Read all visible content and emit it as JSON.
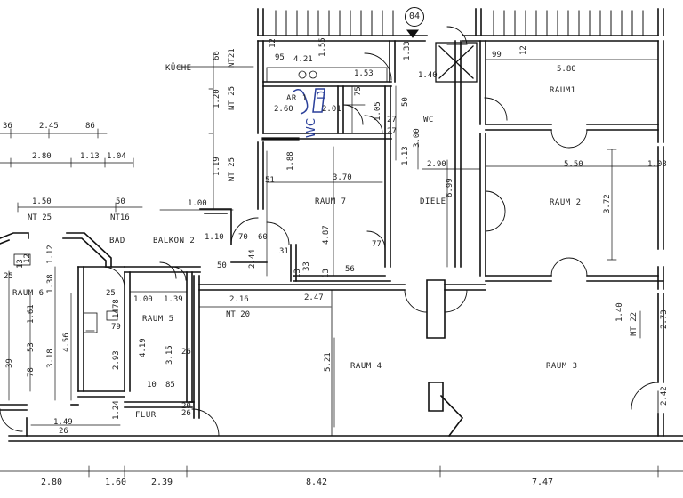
{
  "plan_marker": "04",
  "rooms": {
    "kueche": "KÜCHE",
    "ar": "AR 1",
    "wc": "WC",
    "raum1": "RAUM1",
    "raum2": "RAUM 2",
    "raum3": "RAUM 3",
    "raum4": "RAUM 4",
    "raum5": "RAUM 5",
    "raum6": "RAUM 6",
    "raum7": "RAUM 7",
    "diele": "DIELE",
    "bad": "BAD",
    "balkon": "BALKON 2",
    "flur": "FLUR"
  },
  "handwriting": {
    "wc_note": "WC",
    "d_note": "D"
  },
  "nt_labels": {
    "nt21": "NT21",
    "nt25_a": "NT 25",
    "nt25_b": "NT 25",
    "nt25_left": "NT 25",
    "nt16": "NT16",
    "nt20": "NT 20",
    "nt22": "NT 22"
  },
  "dims": {
    "d_2_45": "2.45",
    "d_36": "36",
    "d_86": "86",
    "d_2_80_top": "2.80",
    "d_1_13": "1.13",
    "d_1_04": "1.04",
    "d_1_50": "1.50",
    "d_50": "50",
    "d_1_00_top": "1.00",
    "d_1_10": "1.10",
    "d_70": "70",
    "d_60": "60",
    "d_66": "66",
    "d_1_20": "1.20",
    "d_1_19": "1.19",
    "d_12a": "12",
    "d_1_55": "1.55",
    "d_95": "95",
    "d_4_21": "4.21",
    "d_1_53": "1.53",
    "d_2_60": "2.60",
    "d_2_01": "2.01",
    "d_75": "75",
    "d_1_05": "1.05",
    "d_50b": "50",
    "d_27a": "27",
    "d_27b": "27",
    "d_1_88": "1.88",
    "d_3_70": "3.70",
    "d_51": "51",
    "d_4_87": "4.87",
    "d_77": "77",
    "d_56": "56",
    "d_13a": "13",
    "d_33": "33",
    "d_13b": "13",
    "d_2_44": "2.44",
    "d_50c": "50",
    "d_31": "31",
    "d_2_47": "2.47",
    "d_2_16": "2.16",
    "d_1_33": "1.33",
    "d_1_40": "1.40",
    "d_3_00": "3.00",
    "d_1_13b": "1.13",
    "d_2_90": "2.90",
    "d_6_99": "6.99",
    "d_99": "99",
    "d_12b": "12",
    "d_5_80": "5.80",
    "d_5_50": "5.50",
    "d_1_08": "1.08",
    "d_3_72": "3.72",
    "d_1_40b": "1.40",
    "d_2_73": "2.73",
    "d_2_42": "2.42",
    "d_5_21": "5.21",
    "d_1_12": "1.12",
    "d_1_38": "1.38",
    "d_1_61": "1.61",
    "d_4_56": "4.56",
    "d_3_18": "3.18",
    "d_53": "53",
    "d_78a": "78",
    "d_39": "39",
    "d_25": "25",
    "d_13c": "13",
    "d_12c": "12",
    "d_1_00b": "1.00",
    "d_1_39": "1.39",
    "d_25b": "25",
    "d_78b": "78",
    "d_14": "14",
    "d_79": "79",
    "d_2_93": "2.93",
    "d_4_19": "4.19",
    "d_3_15": "3.15",
    "d_26a": "26",
    "d_10": "10",
    "d_85": "85",
    "d_20": "20",
    "d_26b": "26",
    "d_1_24": "1.24",
    "d_1_49": "1.49",
    "d_26c": "26"
  },
  "bottom_dims": [
    "2.80",
    "1.60",
    "2.39",
    "8.42",
    "7.47"
  ]
}
